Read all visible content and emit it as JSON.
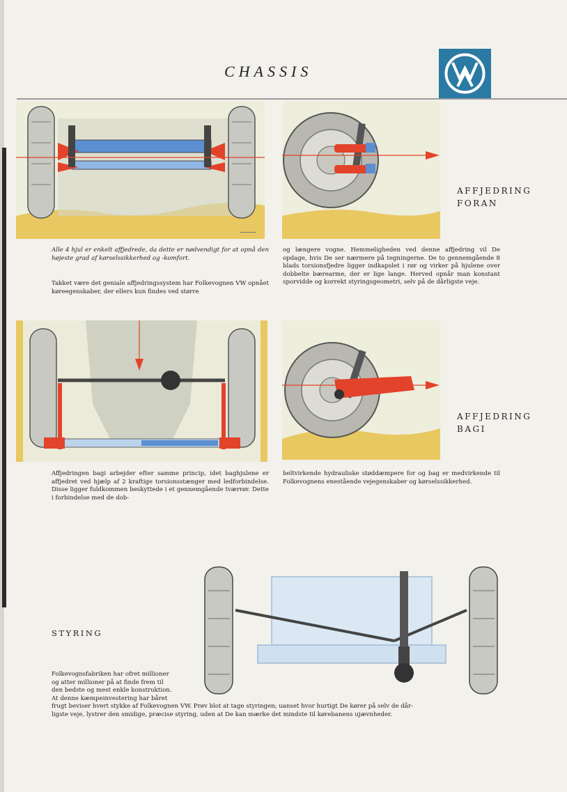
{
  "page": {
    "title": "CHASSIS",
    "accent_blue": "#2a7aa4",
    "ground_yellow": "#e8c860",
    "spring_red": "#e2432a",
    "tube_blue": "#5b8fd1"
  },
  "logo": {
    "icon": "vw-logo-icon"
  },
  "front": {
    "heading_line1": "AFFJEDRING",
    "heading_line2": "FORAN",
    "signature_icon": "artist-signature-icon",
    "col1_intro": "Alle 4 hjul er enkelt affjedrede, da dette er nødvendigt for at opnå den højeste grad af kørselssikkerhed og -komfort.",
    "col1_body": "Takket være det geniale affjedringssystem har Folkevognen VW opnået køreegenskaber, der ellers kun findes ved større",
    "col2_body": "og længere vogne. Hemmeligheden ved denne affjedring vil De opdage, hvis De ser nærmere på tegningerne. De to gennemgående 8 blads torsionsfjedre ligger indkapslet i rør og virker på hjulene over dobbelte bærearme, der er lige lange. Herved opnår man konstant sporvidde og korrekt styringsgeometri, selv på de dårligste veje."
  },
  "rear": {
    "heading_line1": "AFFJEDRING",
    "heading_line2": "BAGI",
    "col1_body": "Affjedringen bagi arbejder efter samme princip, idet baghjulene er affjedret ved hjælp af 2 kraftige torsionsstænger med ledforbindelse. Disse ligger fuldkommen beskyttede i et gennemgående tværrør. Dette i forbindelse med de dob-",
    "col2_body": "beltvirkende hydrauliske støddæmpere for og bag er medvirkende til Folkevognens enestående vejegenskaber og kørselssikkerhed."
  },
  "steering": {
    "heading": "STYRING",
    "lines": [
      "Folkevognsfabriken har ofret millioner",
      "og atter millioner på at finde frem til",
      "den bedste og mest enkle konstruktion.",
      "At denne kæmpeinvestering har båret",
      "frugt beviser hvert stykke af Folkevognen VW. Prøv blot at tage styringen; uanset hvor hurtigt De kører på selv de dår-",
      "ligste veje, lystrer den smidige, præcise styring, uden at De kan mærke det mindste til kørebanens ujævnheder."
    ]
  }
}
